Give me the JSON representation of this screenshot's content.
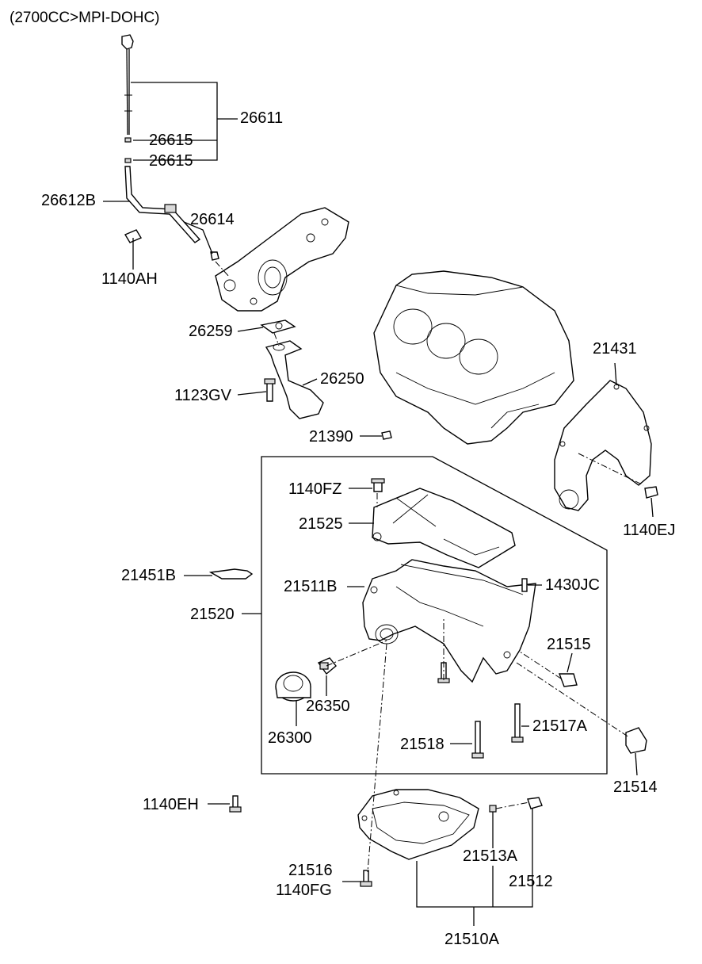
{
  "header": {
    "engine": "(2700CC>MPI-DOHC)"
  },
  "labels": {
    "p26611": "26611",
    "p26615a": "26615",
    "p26615b": "26615",
    "p26612B": "26612B",
    "p26614": "26614",
    "p1140AH": "1140AH",
    "p26259": "26259",
    "p26250": "26250",
    "p1123GV": "1123GV",
    "p21390": "21390",
    "p21431": "21431",
    "p1140FZ": "1140FZ",
    "p21525": "21525",
    "p1140EJ": "1140EJ",
    "p21451B": "21451B",
    "p21511B": "21511B",
    "p1430JC": "1430JC",
    "p21520": "21520",
    "p21515": "21515",
    "p26350": "26350",
    "p26300": "26300",
    "p21517A": "21517A",
    "p21518": "21518",
    "p21514": "21514",
    "p1140EH": "1140EH",
    "p21513A": "21513A",
    "p21516": "21516",
    "p1140FG": "1140FG",
    "p21512": "21512",
    "p21510A": "21510A"
  }
}
